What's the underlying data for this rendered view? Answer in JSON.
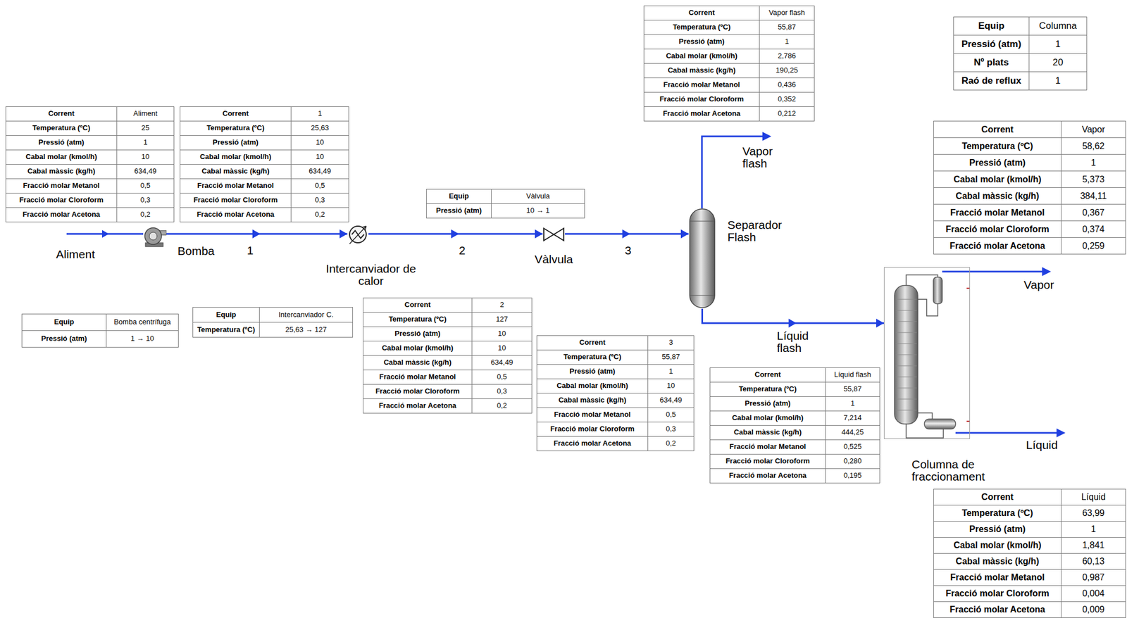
{
  "diagram": {
    "nodes": [
      {
        "text": [
          "Bomba"
        ]
      },
      {
        "text": [
          "Intercanviador de calor"
        ]
      },
      {
        "text": [
          "Vàlvula"
        ]
      },
      {
        "text": [
          "Separador Flash"
        ]
      },
      {
        "text": [
          "Columna de fraccionament"
        ]
      }
    ],
    "edges": [
      {
        "from": 0,
        "to": 1,
        "arrow": "to",
        "label": "1"
      },
      {
        "from": 1,
        "to": 2,
        "arrow": "to",
        "label": "2"
      },
      {
        "from": 2,
        "to": 3,
        "arrow": "to",
        "label": "3"
      },
      {
        "from": 3,
        "to": 4,
        "arrow": "to",
        "label": "Líquid flash"
      }
    ],
    "labels": [
      "Corrent",
      "Aliment",
      "Temperatura (ºC)",
      "25",
      "Pressió (atm)",
      "1",
      "Cabal molar (kmol/h)",
      "10",
      "Cabal màssic (kg/h)",
      "634,49",
      "Fracció molar Metanol",
      "0,5",
      "Fracció molar Cloroform",
      "0,3",
      "Fracció molar Acetona",
      "0,2",
      "Corrent",
      "1",
      "Temperatura (ºC)",
      "25,63",
      "Pressió (atm)",
      "10",
      "Cabal molar (kmol/h)",
      "10",
      "Cabal màssic (kg/h)",
      "634,49",
      "Fracció molar Metanol",
      "0,5",
      "Fracció molar Cloroform",
      "0,3",
      "Fracció molar Acetona",
      "0,2",
      "Equip",
      "Bomba centrífuga",
      "Pressió (atm)",
      "1 → 10",
      "Equip",
      "Intercanviador C.",
      "Temperatura (ºC)",
      "25,63 → 127",
      "Equip",
      "Vàlvula",
      "Pressió (atm)",
      "10 → 1",
      "Corrent",
      "2",
      "Temperatura (ºC)",
      "127",
      "Pressió (atm)",
      "10",
      "Cabal molar (kmol/h)",
      "10",
      "Cabal màssic (kg/h)",
      "634,49",
      "Fracció molar Metanol",
      "0,5",
      "Fracció molar Cloroform",
      "0,3",
      "Fracció molar Acetona",
      "0,2",
      "Corrent",
      "3",
      "Temperatura (ºC)",
      "55,87",
      "Pressió (atm)",
      "1",
      "Cabal molar (kmol/h)",
      "10",
      "Cabal màssic (kg/h)",
      "634,49",
      "Fracció molar Metanol",
      "0,5",
      "Fracció molar Cloroform",
      "0,3",
      "Fracció molar Acetona",
      "0,2",
      "Corrent",
      "Vapor flash",
      "Temperatura (ºC)",
      "55,87",
      "Pressió (atm)",
      "1",
      "Cabal molar (kmol/h)",
      "2,786",
      "Cabal màssic (kg/h)",
      "190,25",
      "Fracció molar Metanol",
      "0,436",
      "Fracció molar Cloroform",
      "0,352",
      "Fracció molar Acetona",
      "0,212",
      "Corrent",
      "Líquid flash",
      "Temperatura (ºC)",
      "55,87",
      "Pressió (atm)",
      "1",
      "Cabal molar (kmol/h)",
      "7,214",
      "Cabal màssic (kg/h)",
      "444,25",
      "Fracció molar Metanol",
      "0,525",
      "Fracció molar Cloroform",
      "0,280",
      "Fracció molar Acetona",
      "0,195",
      "Equip",
      "Columna",
      "Pressió (atm)",
      "1",
      "Nº plats",
      "20",
      "Raó de reflux",
      "1",
      "Corrent",
      "Vapor",
      "Temperatura (ºC)",
      "58,62",
      "Pressió (atm)",
      "1",
      "Cabal molar (kmol/h)",
      "5,373",
      "Cabal màssic (kg/h)",
      "384,11",
      "Fracció molar Metanol",
      "0,367",
      "Fracció molar Cloroform",
      "0,374",
      "Fracció molar Acetona",
      "0,259",
      "Corrent",
      "Líquid",
      "Temperatura (ºC)",
      "63,99",
      "Pressió (atm)",
      "1",
      "Cabal molar (kmol/h)",
      "1,841",
      "Cabal màssic (kg/h)",
      "60,13",
      "Fracció molar Metanol",
      "0,987",
      "Fracció molar Cloroform",
      "0,004",
      "Fracció molar Acetona",
      "0,009",
      "Aliment",
      "Vapor flash",
      "Vapor",
      "Líquid"
    ]
  }
}
